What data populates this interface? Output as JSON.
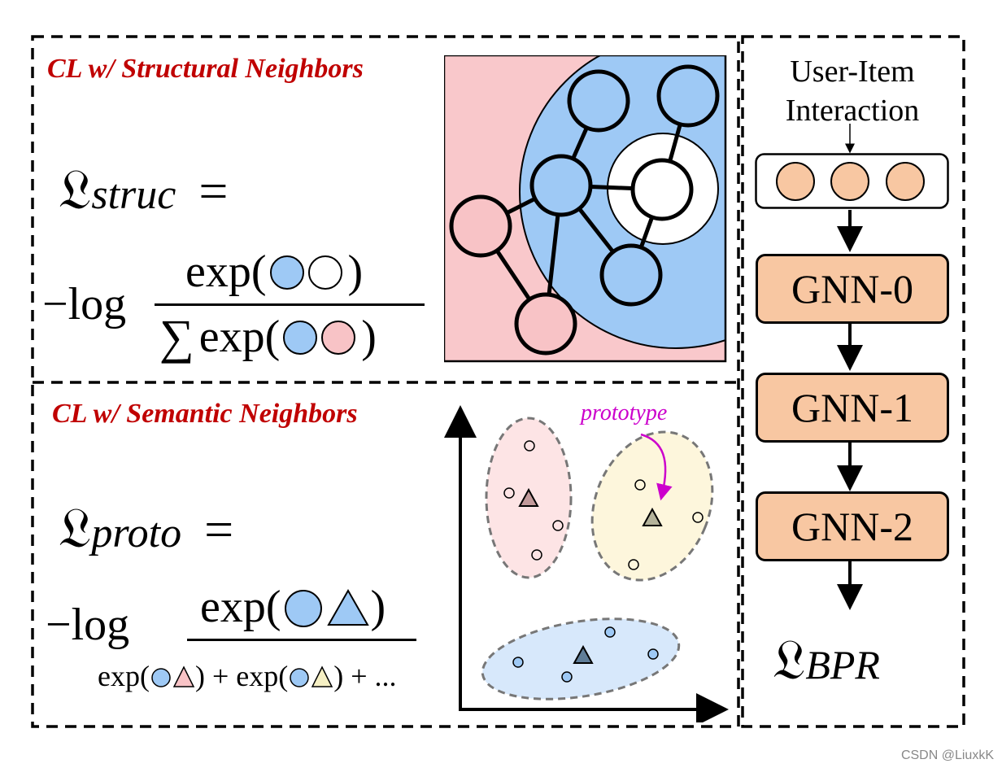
{
  "top_left": {
    "title": "CL w/ Structural Neighbors",
    "loss_symbol": "𝔏",
    "loss_sub": "struc",
    "equals": "=",
    "neg_log": "−log",
    "numerator": "exp(",
    "close_paren": ")",
    "sum_sym": "∑",
    "denominator": "exp("
  },
  "bottom_left": {
    "title": "CL w/ Semantic Neighbors",
    "loss_symbol": "𝔏",
    "loss_sub": "proto",
    "equals": "=",
    "neg_log": "−log",
    "numerator": "exp(",
    "close_paren": ")",
    "denom_part1": "exp(",
    "denom_part2": ") + exp(",
    "denom_part3": ") + ..."
  },
  "scatter": {
    "annotation": "prototype"
  },
  "pipeline": {
    "input_label_line1": "User-Item",
    "input_label_line2": "Interaction",
    "layers": [
      "GNN-0",
      "GNN-1",
      "GNN-2"
    ],
    "loss_symbol": "𝔏",
    "loss_sub": "BPR"
  },
  "watermark": "CSDN @LiuxkK",
  "colors": {
    "blue_node": "#9ec9f5",
    "pink_node": "#f8c3c6",
    "pink_bg": "#f9c8cb",
    "peach_node": "#f8c7a2",
    "red_title": "#c00000",
    "magenta": "#cc00cc"
  }
}
